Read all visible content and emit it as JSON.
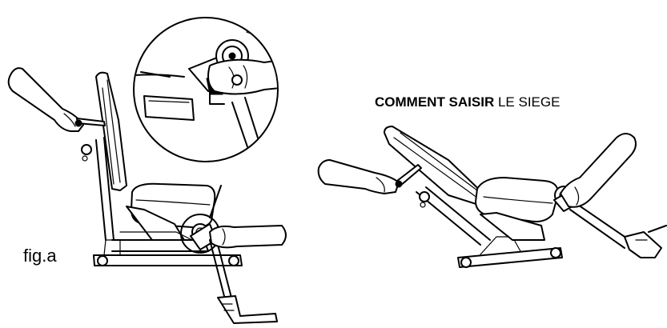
{
  "figure": {
    "label": "fig.a"
  },
  "caption": {
    "bold": "COMMENT SAISIR",
    "rest": " LE SIEGE"
  },
  "colors": {
    "line": "#000000",
    "background": "#ffffff"
  }
}
